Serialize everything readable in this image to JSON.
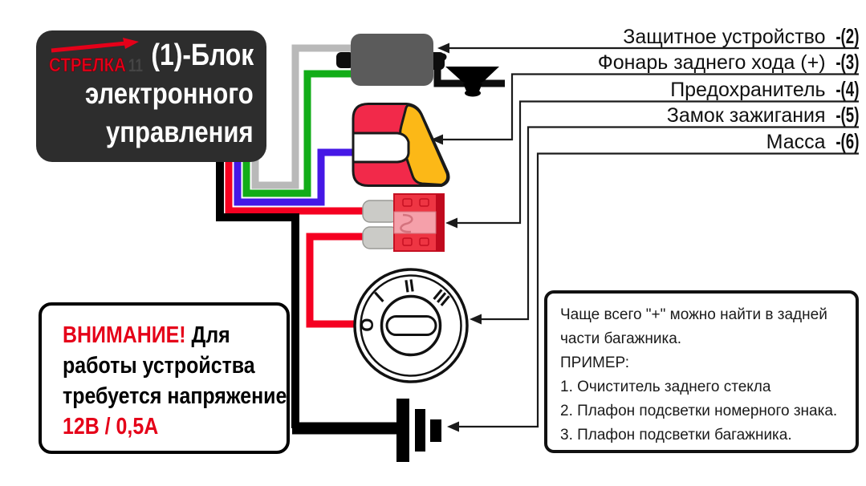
{
  "ecu_box": {
    "logo_text": "СТРЕЛКА",
    "logo_suffix": "11",
    "line1": "(1)-Блок",
    "line2": "электронного",
    "line3": "управления"
  },
  "callouts": [
    {
      "text": "Защитное устройство",
      "num": "-(2)",
      "target": "protective-device"
    },
    {
      "text": "Фонарь заднего хода (+)",
      "num": "-(3)",
      "target": "reverse-lamp"
    },
    {
      "text": "Предохранитель",
      "num": "-(4)",
      "target": "fuse"
    },
    {
      "text": "Замок зажигания",
      "num": "-(5)",
      "target": "ignition-lock"
    },
    {
      "text": "Масса",
      "num": "-(6)",
      "target": "ground"
    }
  ],
  "warning_box": {
    "attention": "ВНИМАНИЕ!",
    "line1_rest": "Для",
    "line2": "работы устройства",
    "line3": "требуется напряжение",
    "line4": "12В / 0,5А"
  },
  "info_box": {
    "lines": [
      "Чаще всего \"+\" можно найти в задней",
      "части багажника.",
      "ПРИМЕР:",
      "1. Очиститель заднего стекла",
      "2. Плафон подсветки номерного знака.",
      "3. Плафон подсветки багажника."
    ]
  },
  "ignition_lock": {
    "positions": [
      "O",
      "I",
      "II",
      "III"
    ]
  },
  "colors": {
    "ecu_bg": "#2d2d2d",
    "relay_gray": "#5b5b5b",
    "wire_gray": "#b9b9b9",
    "wire_green": "#12ad18",
    "wire_blue": "#4517e6",
    "wire_red": "#f50021",
    "wire_black": "#000000",
    "lamp_red": "#f2294a",
    "lamp_yellow": "#fcb817",
    "lamp_white": "#ffffff",
    "fuse_red": "#ee3543",
    "fuse_inner_pink": "#f5a0aa",
    "terminal_gray": "#cbcbc7",
    "accent_red": "#e50019"
  }
}
